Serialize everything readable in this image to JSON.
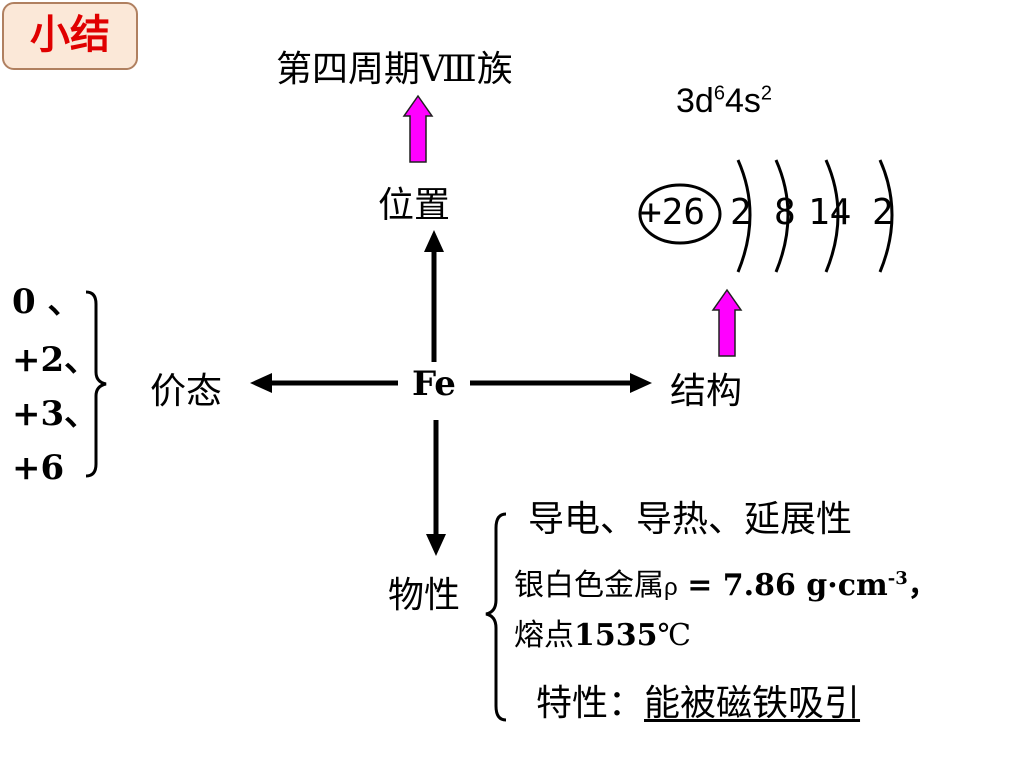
{
  "badge": "小结",
  "center": "Fe",
  "position": {
    "label": "位置",
    "detail": "第四周期Ⅷ族"
  },
  "valence": {
    "label": "价态",
    "values": [
      "0 、",
      "+2、",
      "+3、",
      "+6"
    ]
  },
  "structure": {
    "label": "结构",
    "config": {
      "a": "3d",
      "a_sup": "6",
      "b": "4s",
      "b_sup": "2"
    },
    "nucleus": "+26",
    "shells": [
      "2",
      "8",
      "14",
      "2"
    ]
  },
  "properties": {
    "label": "物性",
    "line1": "导电、导热、延展性",
    "line2_text": "银白色金属",
    "line2_rho": "ρ",
    "line2_value": "= 7.86 g·cm",
    "line2_sup": "-3",
    "line2_end": "，",
    "line3_text": "熔点",
    "line3_value": "1535",
    "line3_unit": "℃",
    "line4_label": "特性：",
    "line4_value": "能被磁铁吸引"
  },
  "colors": {
    "badge_text": "#e00000",
    "up_arrow": "#ff00ff"
  }
}
